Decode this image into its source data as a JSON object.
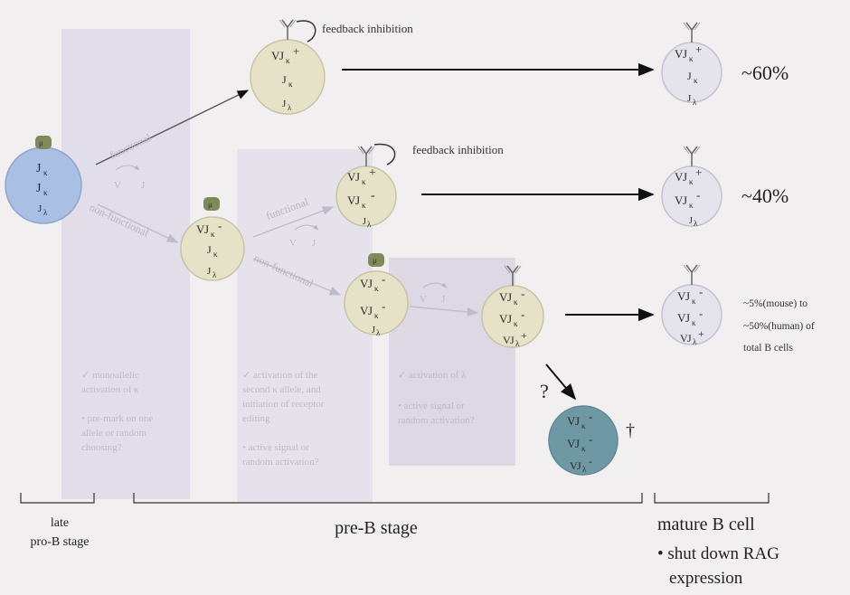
{
  "labels": {
    "feedback_inhibition": "feedback inhibition",
    "functional": "functional",
    "non_functional": "non-functional",
    "question": "?",
    "dagger": "†",
    "mu": "μ",
    "v": "V",
    "j": "J"
  },
  "outcomes": {
    "pct_60": "~60%",
    "pct_40": "~40%",
    "line1": "~5%(mouse) to",
    "line2": "~50%(human) of",
    "line3": "total B cells"
  },
  "notes": {
    "col1": [
      "✓ monoallelic",
      "activation of κ",
      "",
      "• pre-mark on one",
      "allele or random",
      "choosing?"
    ],
    "col2": [
      "✓ activation of the",
      "second κ allele, and",
      "initiation of receptor",
      "editing",
      "",
      "• active signal or",
      "random activation?"
    ],
    "col3": [
      "✓ activation of λ",
      "",
      "• active signal or",
      "random activation?"
    ]
  },
  "stages": {
    "late_line1": "late",
    "late_line2": "pro-B stage",
    "pre_b": "pre-B stage",
    "mature": "mature B cell",
    "bullet": "• shut down RAG",
    "bullet2": "expression"
  },
  "colors": {
    "pro_b_cell": "#a9bfe4",
    "pre_b_cell": "#e6e2c7",
    "mature_cell": "#e5e3ec",
    "dead_cell": "#6f98a5",
    "mu_badge": "#7e8a5a",
    "shade": "#e1dde9"
  }
}
